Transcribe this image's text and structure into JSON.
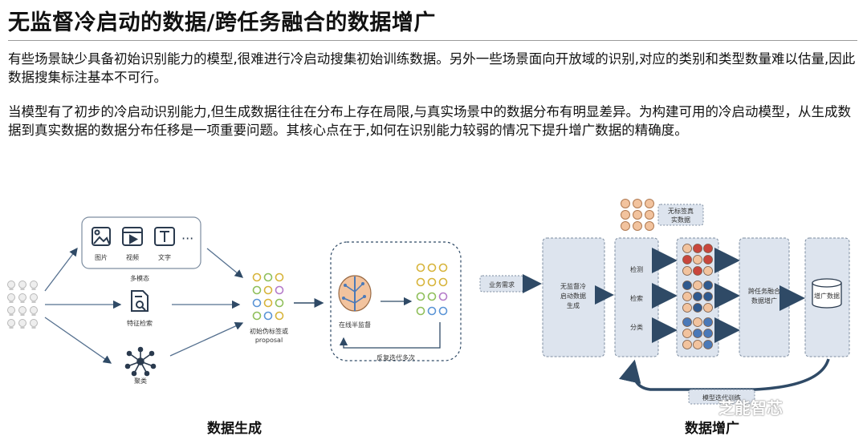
{
  "heading": "无监督冷启动的数据/跨任务融合的数据增广",
  "paragraphs": [
    "有些场景缺少具备初始识别能力的模型,很难进行冷启动搜集初始训练数据。另外一些场景面向开放域的识别,对应的类别和类型数量难以估量,因此数据搜集标注基本不可行。",
    "当模型有了初步的冷启动识别能力,但生成数据往往在分布上存在局限,与真实场景中的数据分布有明显差异。为构建可用的冷启动模型，从生成数据到真实数据的数据分布任移是一项重要问题。其核心点在于,如何在识别能力较弱的情况下提升增广数据的精确度。"
  ],
  "left_diagram": {
    "modal_items": [
      "图片",
      "视频",
      "文字"
    ],
    "modal_more": "···",
    "modal_label": "多模态",
    "feature_label": "特征检索",
    "cluster_label": "聚类",
    "pseudo_label_line1": "初始伪标签或",
    "pseudo_label_line2": "proposal",
    "semi_label": "在线半监督",
    "loop_label": "反复迭代多次"
  },
  "right_diagram": {
    "unlabeled_line1": "无标签真",
    "unlabeled_line2": "实数据",
    "requirement": "业务需求",
    "gen_lines": [
      "无监督冷",
      "启动数据",
      "生成"
    ],
    "tasks": [
      "检测",
      "检索",
      "分类"
    ],
    "fusion_lines": [
      "跨任务融合",
      "数据增广"
    ],
    "augmented": "增广数据",
    "training": "模型迭代训练"
  },
  "captions": {
    "left": "数据生成",
    "right": "数据增广"
  },
  "watermark": "芝能智芯",
  "colors": {
    "dot_light": "#f2c39e",
    "dot_red": "#c9463d",
    "dot_blue": "#2f5a8f",
    "panel": "#dde4ee",
    "arrow": "#2f4a66"
  }
}
